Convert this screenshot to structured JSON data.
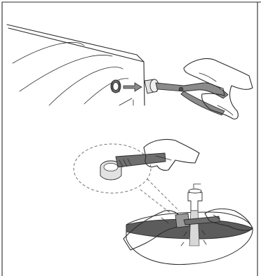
{
  "illustration": {
    "panels": [
      "remove-filter",
      "clean-filter"
    ],
    "colors": {
      "tool_grey": "#8a8a8a",
      "filter_light": "#e2e2e2",
      "filter_dark": "#9a9a9a",
      "brush_dark": "#6f6f6f",
      "basin_dark": "#5c5c5c",
      "water": "#d8d8d8",
      "stroke": "#2b2b2b"
    },
    "icons": [
      "appliance-outline",
      "inlet-hose-connector",
      "arrow-icon",
      "inlet-filter",
      "pliers-icon",
      "hand-icon",
      "brush-icon",
      "faucet-icon",
      "water-stream",
      "basin"
    ]
  }
}
